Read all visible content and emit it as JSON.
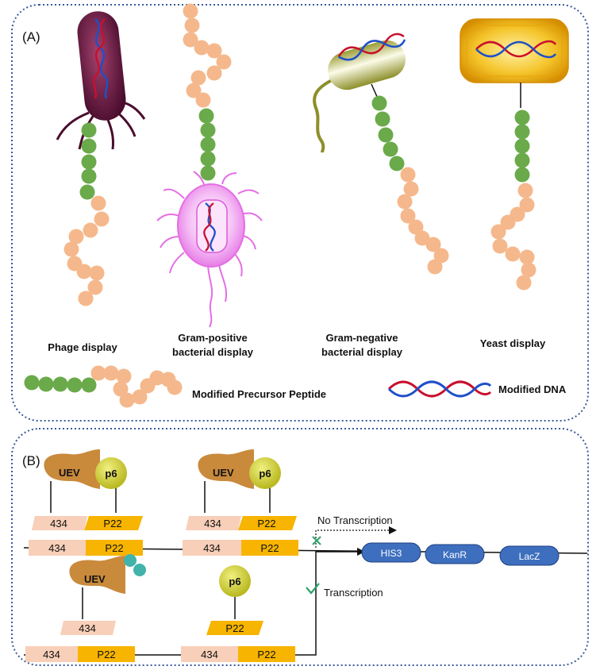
{
  "panel_a": {
    "label": "(A)",
    "phage": "Phage display",
    "gram_pos_1": "Gram-positive",
    "gram_pos_2": "bacterial display",
    "gram_neg_1": "Gram-negative",
    "gram_neg_2": "bacterial display",
    "yeast": "Yeast display",
    "legend_peptide": "Modified Precursor Peptide",
    "legend_dna": "Modified DNA"
  },
  "panel_b": {
    "label": "(B)",
    "uev": "UEV",
    "p6": "p6",
    "box_434": "434",
    "box_p22": "P22",
    "no_transcription": "No Transcription",
    "transcription": "Transcription",
    "genes": [
      "HIS3",
      "KanR",
      "LacZ"
    ]
  },
  "colors": {
    "green_bead": "#6aaa4a",
    "peach_bead": "#f5b88c",
    "box_434": "#f8cfb8",
    "box_p22": "#f7b400",
    "uev_body": "#c98a3c",
    "p6_ball": "#d3d236",
    "gene_box": "#3e6fbe",
    "teal": "#41b3aa"
  }
}
